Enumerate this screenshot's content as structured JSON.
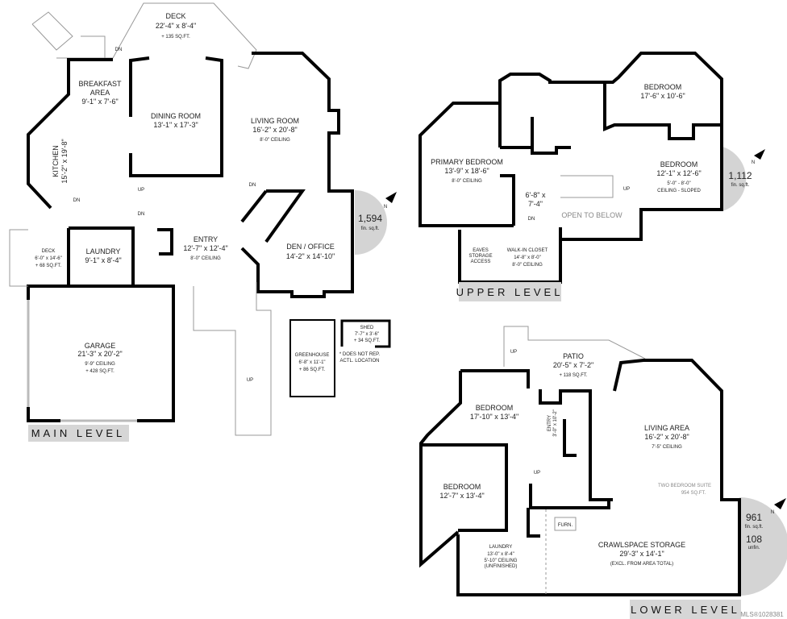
{
  "main_level": {
    "label": "MAIN LEVEL",
    "deck": {
      "name": "DECK",
      "dims": "22'-4\" x 8'-4\"",
      "area": "+ 135 SQ.FT."
    },
    "deck_dn": "DN",
    "breakfast": {
      "name1": "BREAKFAST",
      "name2": "AREA",
      "dims": "9'-1\" x 7'-6\""
    },
    "dining": {
      "name": "DINING ROOM",
      "dims": "13'-1\" x 17'-3\""
    },
    "living": {
      "name": "LIVING ROOM",
      "dims": "16'-2\" x 20'-8\"",
      "ceiling": "8'-0\" CEILING"
    },
    "kitchen": {
      "name": "KITCHEN",
      "dims": "15'-2\" x 19'-8\""
    },
    "stairs": {
      "up": "UP",
      "dn_living": "DN",
      "dn_kitchen": "DN",
      "dn_hall": "DN",
      "up_walk": "UP"
    },
    "side_deck": {
      "name": "DECK",
      "dims": "6'-0\" x 14'-6\"",
      "area": "+ 68 SQ.FT."
    },
    "laundry": {
      "name": "LAUNDRY",
      "dims": "9'-1\" x 8'-4\""
    },
    "entry": {
      "name": "ENTRY",
      "dims": "12'-7\" x 12'-4\"",
      "ceiling": "8'-0\" CEILING"
    },
    "den": {
      "name": "DEN / OFFICE",
      "dims": "14'-2\" x 14'-10\""
    },
    "garage": {
      "name": "GARAGE",
      "dims": "21'-3\" x 20'-2\"",
      "ceiling": "9'-9\" CEILING",
      "area": "+ 428 SQ.FT."
    },
    "greenhouse": {
      "name": "GREENHOUSE",
      "dims": "6'-8\" x 11'-1\"",
      "area": "+ 86 SQ.FT."
    },
    "shed": {
      "name": "SHED",
      "dims": "7'-7\" x 3'-6\"",
      "area": "+ 34 SQ.FT.",
      "note1": "* DOES NOT REP.",
      "note2": "ACTL. LOCATION"
    },
    "area": {
      "value": "1,594",
      "unit": "fin. sq.ft.",
      "compass": "N"
    }
  },
  "upper_level": {
    "label": "UPPER LEVEL",
    "bedroom1": {
      "name": "BEDROOM",
      "dims": "17'-6\" x 10'-6\""
    },
    "primary": {
      "name": "PRIMARY BEDROOM",
      "dims": "13'-9\" x 18'-6\"",
      "ceiling": "8'-0\" CEILING"
    },
    "closet_small": {
      "dims1": "6'-8\" x",
      "dims2": "7'-4\""
    },
    "dn": "DN",
    "up": "UP",
    "open": "OPEN TO BELOW",
    "bedroom2": {
      "name": "BEDROOM",
      "dims": "12'-1\" x 12'-6\"",
      "ceiling1": "5'-0\" - 8'-0\"",
      "ceiling2": "CEILING - SLOPED"
    },
    "eaves": {
      "l1": "EAVES",
      "l2": "STORAGE",
      "l3": "ACCESS"
    },
    "walkin": {
      "name": "WALK-IN CLOSET",
      "dims": "14'-8\" x 8'-0\"",
      "ceiling": "8'-0\" CEILING"
    },
    "area": {
      "value": "1,112",
      "unit": "fin. sq.ft.",
      "compass": "N"
    }
  },
  "lower_level": {
    "label": "LOWER LEVEL",
    "up_patio": "UP",
    "patio": {
      "name": "PATIO",
      "dims": "20'-5\" x 7'-2\"",
      "area": "+ 118 SQ.FT."
    },
    "bedroom1": {
      "name": "BEDROOM",
      "dims": "17'-10\" x 13'-4\""
    },
    "entry": {
      "name": "ENTRY",
      "dims": "3'-0\" x 10'-2\""
    },
    "living": {
      "name": "LIVING AREA",
      "dims": "16'-2\" x 20'-8\"",
      "ceiling": "7'-5\" CEILING"
    },
    "up_stairs": "UP",
    "suite": {
      "l1": "TWO BEDROOM SUITE",
      "l2": "954 SQ.FT."
    },
    "bedroom2": {
      "name": "BEDROOM",
      "dims": "12'-7\" x 13'-4\""
    },
    "furnace": "FURN.",
    "crawl": {
      "name": "CRAWLSPACE STORAGE",
      "dims": "29'-3\" x 14'-1\"",
      "note": "(EXCL. FROM AREA TOTAL)"
    },
    "laundry": {
      "name": "LAUNDRY",
      "dims": "13'-0\" x 8'-4\"",
      "ceiling": "5'-10\" CEILING",
      "note": "(UNFINISHED)"
    },
    "area": {
      "value": "961",
      "unit": "fin. sq.ft.",
      "unfin_value": "108",
      "unfin_unit": "unfin.",
      "compass": "N"
    }
  },
  "watermark": "MLS®1028381"
}
